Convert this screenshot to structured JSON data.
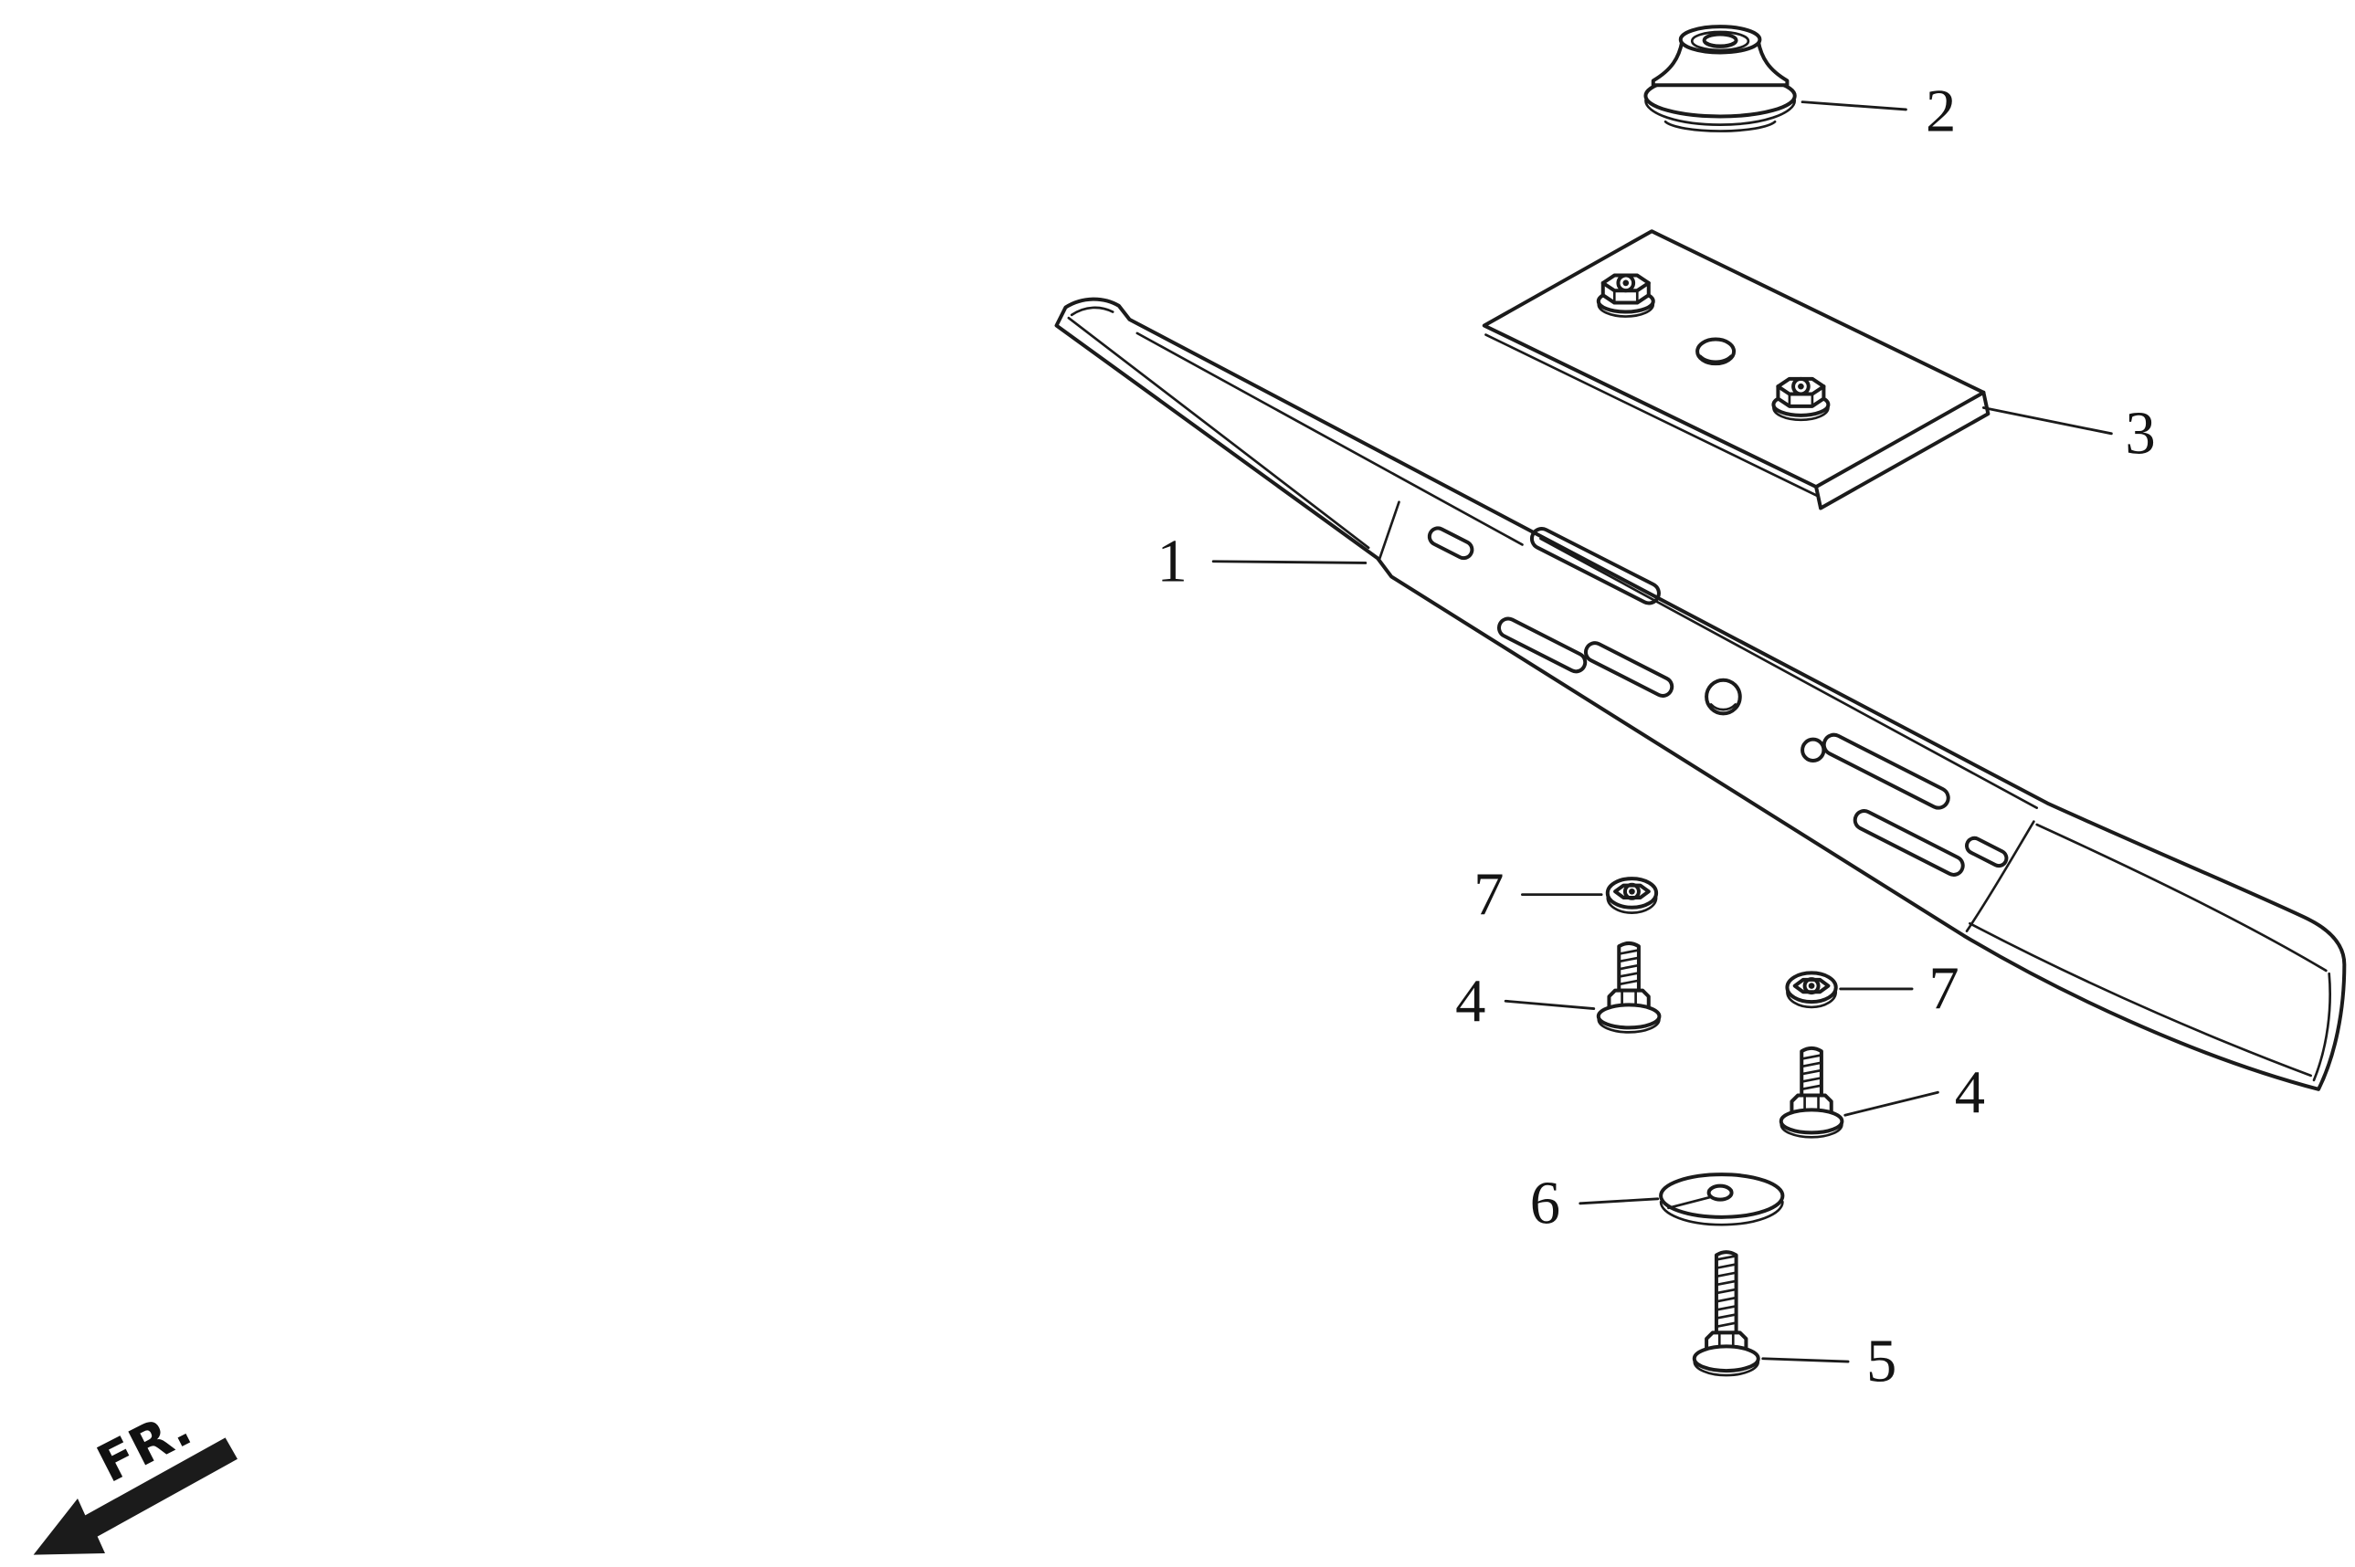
{
  "diagram": {
    "background_color": "#ffffff",
    "line_color": "#1b1b1b",
    "direction_label": "FR.",
    "callouts": [
      {
        "part": "blade",
        "label": "1"
      },
      {
        "part": "damper-grommet",
        "label": "2"
      },
      {
        "part": "blade-holder-plate",
        "label": "3"
      },
      {
        "part": "flange-bolt-left",
        "label": "4"
      },
      {
        "part": "flange-bolt-right",
        "label": "4"
      },
      {
        "part": "center-flange-bolt",
        "label": "5"
      },
      {
        "part": "special-washer",
        "label": "6"
      },
      {
        "part": "flange-nut-left",
        "label": "7"
      },
      {
        "part": "flange-nut-right",
        "label": "7"
      }
    ]
  }
}
